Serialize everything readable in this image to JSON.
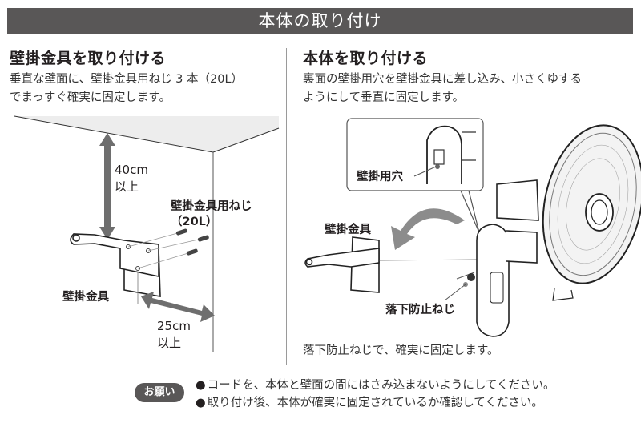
{
  "header": {
    "title": "本体の取り付け",
    "bar_color": "#595757"
  },
  "left_section": {
    "title": "壁掛金具を取り付ける",
    "body": [
      "垂直な壁面に、壁掛金具用ねじ 3 本（20L）",
      "でまっすぐ確実に固定します。"
    ],
    "figure": {
      "dimension_top": {
        "value": "40cm",
        "qualifier": "以上"
      },
      "screw_label": {
        "line1": "壁掛金具用ねじ",
        "line2": "（20L）"
      },
      "bracket_label": "壁掛金具",
      "dimension_side": {
        "value": "25cm",
        "qualifier": "以上"
      }
    }
  },
  "right_section": {
    "title": "本体を取り付ける",
    "body": [
      "裏面の壁掛用穴を壁掛金具に差し込み、小さくゆする",
      "ようにして垂直に固定します。"
    ],
    "figure": {
      "callout_label": "壁掛用穴",
      "bracket_label": "壁掛金具",
      "fall_screw_label": "落下防止ねじ"
    },
    "footer": "落下防止ねじで、確実に固定します。"
  },
  "notice": {
    "badge": "お願い",
    "items": [
      "コードを、本体と壁面の間にはさみ込まないようにしてください。",
      "取り付け後、本体が確実に固定されているか確認してください。"
    ]
  }
}
